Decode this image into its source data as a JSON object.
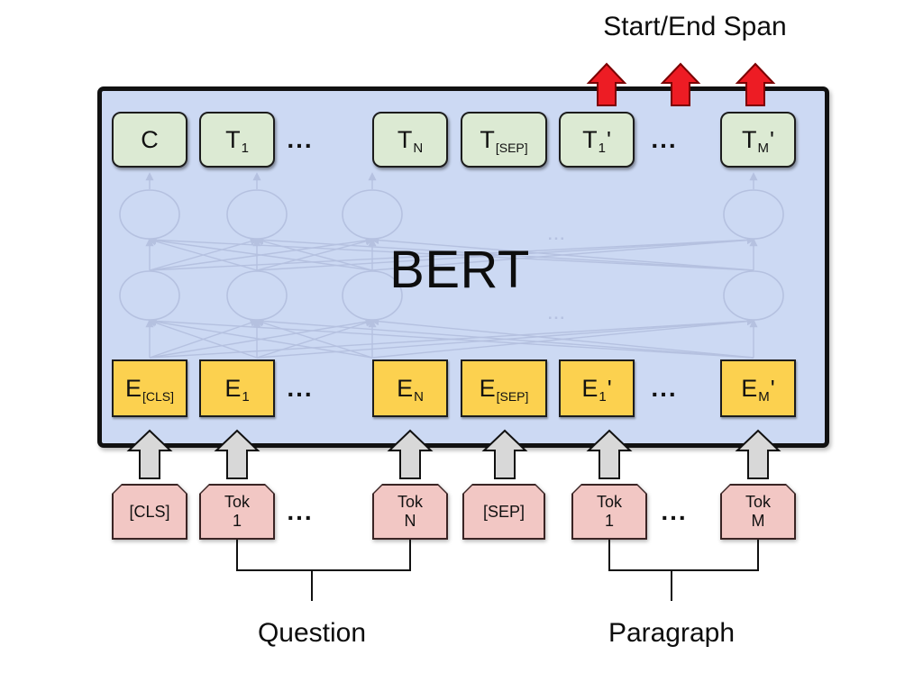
{
  "title": "Start/End Span",
  "model": {
    "label": "BERT",
    "network_ellipsis": "..."
  },
  "output_row": {
    "cells": [
      {
        "main": "C"
      },
      {
        "main": "T",
        "sub": "1"
      },
      {
        "dots": "..."
      },
      {
        "main": "T",
        "sub": "N"
      },
      {
        "main": "T",
        "sub": "[SEP]"
      },
      {
        "main": "T",
        "sub": "1",
        "prime": "'"
      },
      {
        "dots": "..."
      },
      {
        "main": "T",
        "sub": "M",
        "prime": "'"
      }
    ]
  },
  "embedding_row": {
    "cells": [
      {
        "main": "E",
        "sub": "[CLS]"
      },
      {
        "main": "E",
        "sub": "1"
      },
      {
        "dots": "..."
      },
      {
        "main": "E",
        "sub": "N"
      },
      {
        "main": "E",
        "sub": "[SEP]"
      },
      {
        "main": "E",
        "sub": "1",
        "prime": "'"
      },
      {
        "dots": "..."
      },
      {
        "main": "E",
        "sub": "M",
        "prime": "'"
      }
    ]
  },
  "token_row": {
    "cells": [
      {
        "line1": "[CLS]"
      },
      {
        "line1": "Tok",
        "line2": "1"
      },
      {
        "dots": "..."
      },
      {
        "line1": "Tok",
        "line2": "N"
      },
      {
        "line1": "[SEP]"
      },
      {
        "line1": "Tok",
        "line2": "1"
      },
      {
        "dots": "..."
      },
      {
        "line1": "Tok",
        "line2": "M"
      }
    ]
  },
  "groups": {
    "question": "Question",
    "paragraph": "Paragraph"
  },
  "icons": {
    "span_output_arrow": "red-up-block-arrow",
    "token_input_arrow": "gray-up-block-arrow"
  },
  "colors": {
    "bert_fill": "#ccd9f3",
    "bert_border": "#111111",
    "output_fill": "#dcead3",
    "embedding_fill": "#fcd14f",
    "token_fill": "#f2c7c4",
    "arrow_red": "#ed1c24",
    "arrow_red_stroke": "#7a0000",
    "arrow_gray": "#d8d8d8",
    "network_faded": "#b5c1e0",
    "text": "#111111"
  }
}
